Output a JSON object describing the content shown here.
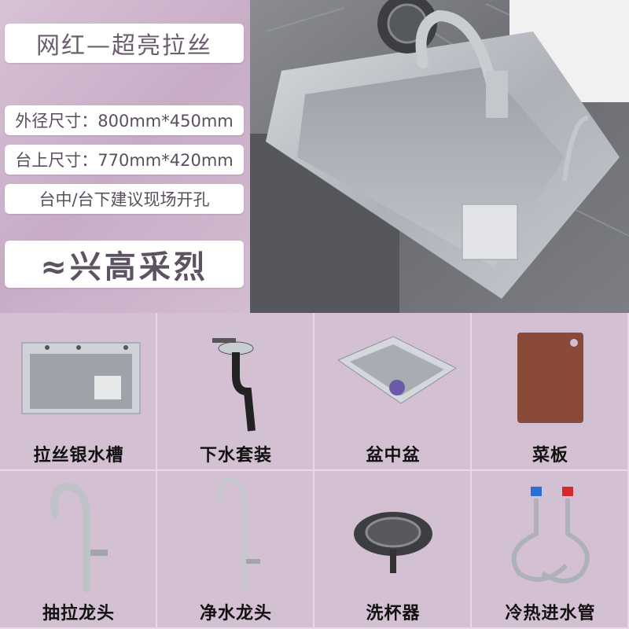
{
  "left_panel": {
    "title": "网红—超亮拉丝",
    "spec_outer": "外径尺寸：800mm*450mm",
    "spec_top": "台上尺寸：770mm*420mm",
    "spec_install": "台中/台下建议现场开孔",
    "slogan": "≈兴高采烈"
  },
  "accessories": [
    {
      "label": "拉丝银水槽",
      "icon": "sink-icon"
    },
    {
      "label": "下水套装",
      "icon": "drain-kit-icon"
    },
    {
      "label": "盆中盆",
      "icon": "inner-basin-icon"
    },
    {
      "label": "菜板",
      "icon": "cutting-board-icon"
    },
    {
      "label": "抽拉龙头",
      "icon": "pull-out-faucet-icon"
    },
    {
      "label": "净水龙头",
      "icon": "purifier-faucet-icon"
    },
    {
      "label": "洗杯器",
      "icon": "cup-washer-icon"
    },
    {
      "label": "冷热进水管",
      "icon": "water-hose-icon"
    }
  ],
  "colors": {
    "background": "#cdb6cb",
    "pill": "#ffffff",
    "text": "#5a4f5c",
    "steel": "#b8bcc2"
  }
}
